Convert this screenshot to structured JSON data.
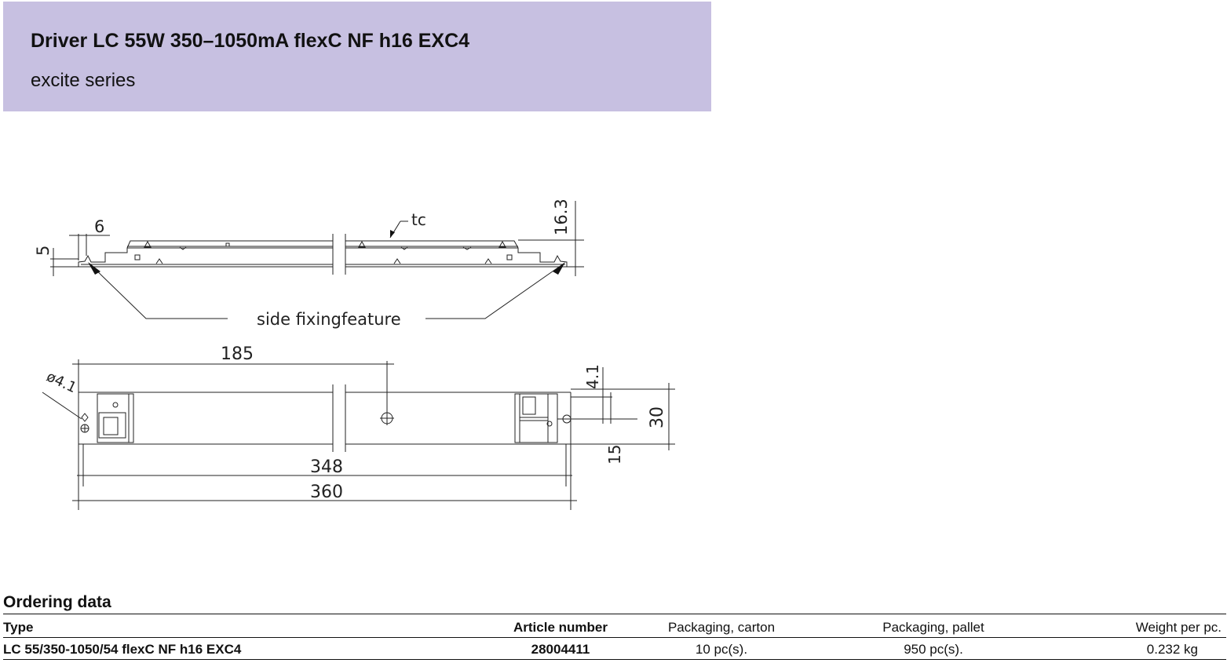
{
  "header": {
    "title": "Driver LC 55W 350–1050mA flexC NF h16 EXC4",
    "subtitle": "excite series",
    "background": "#c7c0e1"
  },
  "drawing": {
    "dim_6": "6",
    "dim_5": "5",
    "dim_16_3": "16.3",
    "label_tc": "tc",
    "label_side_fixing": "side fixingfeature",
    "dim_185": "185",
    "dim_diam": "ø4.1",
    "dim_4_1": "4.1",
    "dim_30": "30",
    "dim_15": "15",
    "dim_348": "348",
    "dim_360": "360"
  },
  "ordering": {
    "title": "Ordering data",
    "columns": {
      "type": "Type",
      "article": "Article number",
      "carton": "Packaging, carton",
      "pallet": "Packaging, pallet",
      "weight": "Weight per pc."
    },
    "rows": [
      {
        "type": "LC 55/350-1050/54 flexC NF h16 EXC4",
        "article": "28004411",
        "carton": "10 pc(s).",
        "pallet": "950 pc(s).",
        "weight": "0.232 kg"
      }
    ]
  }
}
